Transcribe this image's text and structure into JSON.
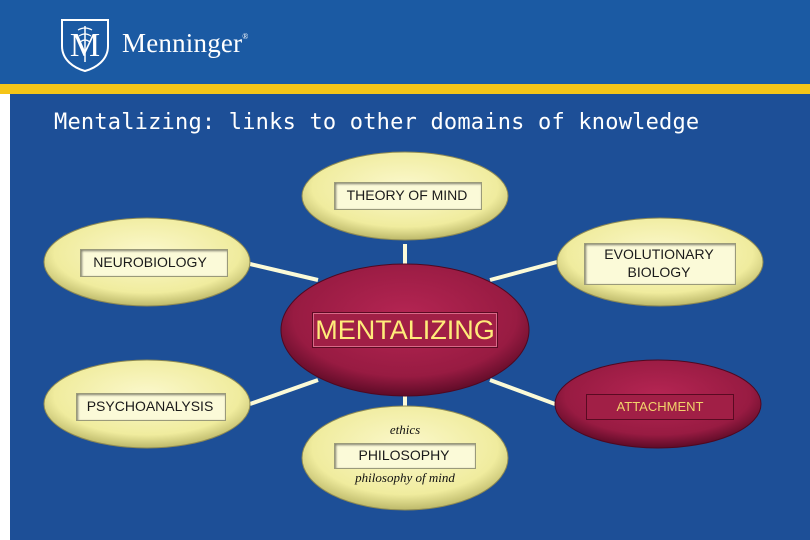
{
  "brand": {
    "name": "Menninger",
    "mark": "M"
  },
  "title": "Mentalizing: links to other domains of knowledge",
  "nodes": {
    "center": "MENTALIZING",
    "theory_of_mind": "THEORY OF MIND",
    "neurobiology": "NEUROBIOLOGY",
    "evolutionary_biology_line1": "EVOLUTIONARY",
    "evolutionary_biology_line2": "BIOLOGY",
    "psychoanalysis": "PSYCHOANALYSIS",
    "attachment": "ATTACHMENT",
    "philosophy": "PHILOSOPHY",
    "philosophy_top": "ethics",
    "philosophy_bottom": "philosophy of mind"
  },
  "colors": {
    "background": "#1b5aa3",
    "stripe": "#f5c518",
    "ellipse_light": "#f6f3b4",
    "ellipse_center": "#a11f46",
    "connector": "#fbfad8"
  }
}
